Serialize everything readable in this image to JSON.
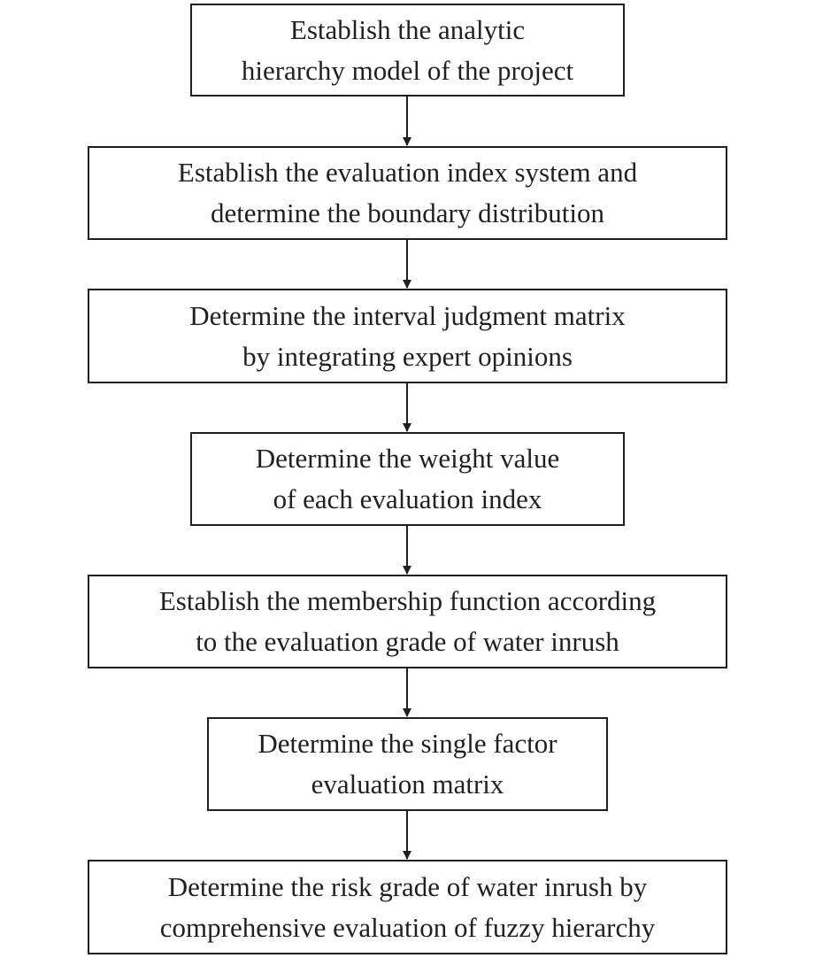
{
  "flowchart": {
    "steps": [
      {
        "lines": [
          "Establish the analytic",
          "hierarchy model of the project"
        ]
      },
      {
        "lines": [
          "Establish the evaluation index system and",
          "determine the boundary distribution"
        ]
      },
      {
        "lines": [
          "Determine the interval judgment matrix",
          "by integrating expert opinions"
        ]
      },
      {
        "lines": [
          "Determine the weight value",
          "of each evaluation index"
        ]
      },
      {
        "lines": [
          "Establish the membership function according",
          "to the evaluation grade of water inrush"
        ]
      },
      {
        "lines": [
          "Determine the single factor",
          "evaluation matrix"
        ]
      },
      {
        "lines": [
          "Determine the risk grade of water inrush by",
          "comprehensive evaluation of fuzzy hierarchy"
        ]
      }
    ],
    "colors": {
      "stroke": "#231f20",
      "background": "#ffffff"
    }
  }
}
